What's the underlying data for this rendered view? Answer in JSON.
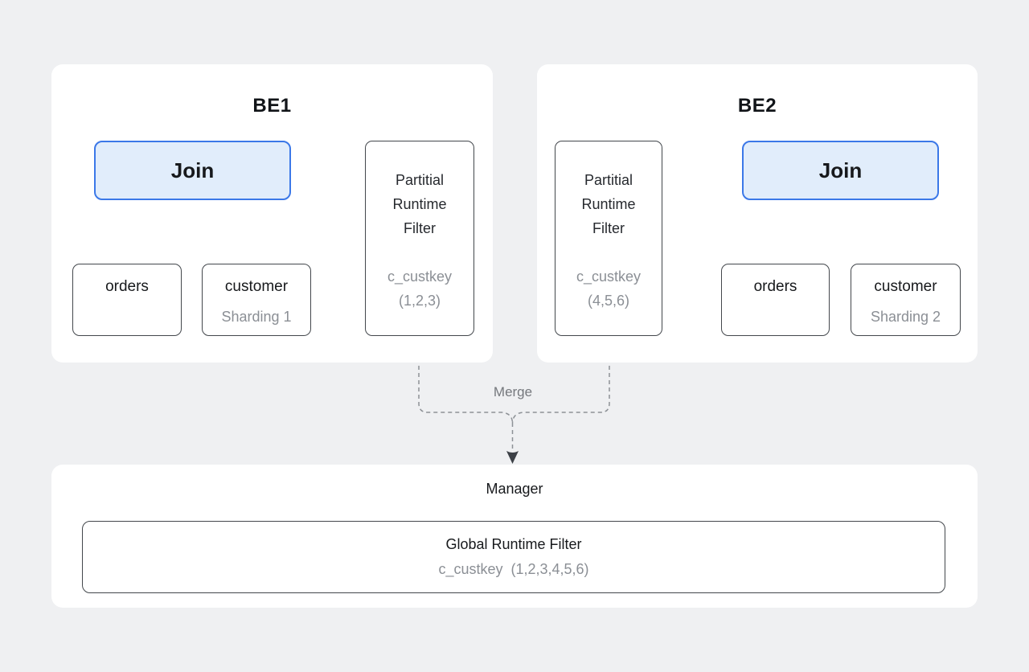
{
  "be1": {
    "title": "BE1",
    "join_label": "Join",
    "orders_label": "orders",
    "customer_label": "customer",
    "sharding_label": "Sharding 1",
    "filter_lines": [
      "Partitial",
      "Runtime",
      "Filter"
    ],
    "filter_key": "c_custkey",
    "filter_values": "(1,2,3)"
  },
  "be2": {
    "title": "BE2",
    "join_label": "Join",
    "orders_label": "orders",
    "customer_label": "customer",
    "sharding_label": "Sharding 2",
    "filter_lines": [
      "Partitial",
      "Runtime",
      "Filter"
    ],
    "filter_key": "c_custkey",
    "filter_values": "(4,5,6)"
  },
  "merge": {
    "label": "Merge"
  },
  "manager": {
    "title": "Manager",
    "filter_title": "Global Runtime Filter",
    "filter_detail": "c_custkey (1,2,3,4,5,6)"
  },
  "colors": {
    "background": "#eff0f2",
    "panel": "#ffffff",
    "join_fill": "#e1edfb",
    "join_border": "#3b78e8",
    "box_border": "#43474c",
    "dark_text": "#17191c",
    "muted_text": "#8b8f95",
    "connector": "#4f5358",
    "dashed_connector": "#8d9196",
    "block_arrow_light": "#eceef1",
    "block_arrow_dark": "#a9b1bc"
  }
}
